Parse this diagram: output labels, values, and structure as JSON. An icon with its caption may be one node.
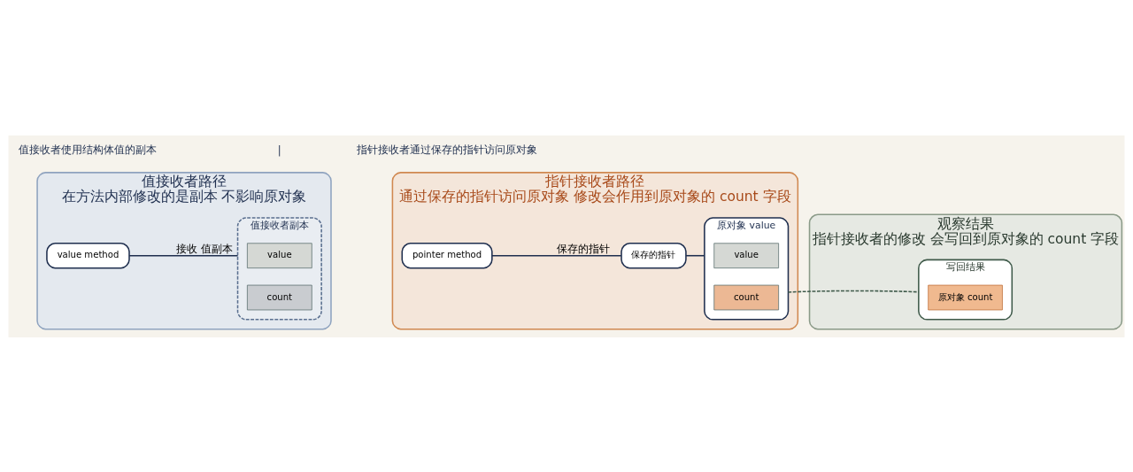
{
  "diagram": {
    "nodes": [
      {
        "text": [
          "值接收者路径",
          "在方法内部修改的是副本 不影响原对象"
        ]
      },
      {
        "text": [
          "value method"
        ],
        "in": 0
      },
      {
        "text": [
          "值接收者副本"
        ],
        "in": 0
      },
      {
        "text": [
          "value"
        ],
        "in": 2
      },
      {
        "text": [
          "count"
        ],
        "in": 2
      },
      {
        "text": [
          "指针接收者路径",
          "通过保存的指针访问原对象 修改会作用到原对象的 count 字段"
        ]
      },
      {
        "text": [
          "pointer method"
        ],
        "in": 5
      },
      {
        "text": [
          "保存的指针"
        ],
        "in": 5
      },
      {
        "text": [
          "原对象 value"
        ],
        "in": 5
      },
      {
        "text": [
          "value"
        ],
        "in": 8
      },
      {
        "text": [
          "count"
        ],
        "in": 8
      },
      {
        "text": [
          "观察结果",
          "指针接收者的修改 会写回到原对象的 count 字段"
        ]
      },
      {
        "text": [
          "写回结果"
        ],
        "in": 11
      },
      {
        "text": [
          "原对象 count"
        ],
        "in": 12
      }
    ],
    "edges": [
      {
        "from": 1,
        "to": 2,
        "arrow": "none",
        "label": "接收 值副本"
      },
      {
        "from": 6,
        "to": 7,
        "arrow": "none",
        "label": "保存的指针"
      },
      {
        "from": 7,
        "to": 8,
        "arrow": "none"
      },
      {
        "from": 8,
        "to": 12,
        "arrow": "none",
        "style": "dashed",
        "color": "#3f5a4a"
      }
    ],
    "labels": [
      "值接收者使用结构体值的副本",
      "|",
      "指针接收者通过保存的指针访问原对象"
    ]
  }
}
